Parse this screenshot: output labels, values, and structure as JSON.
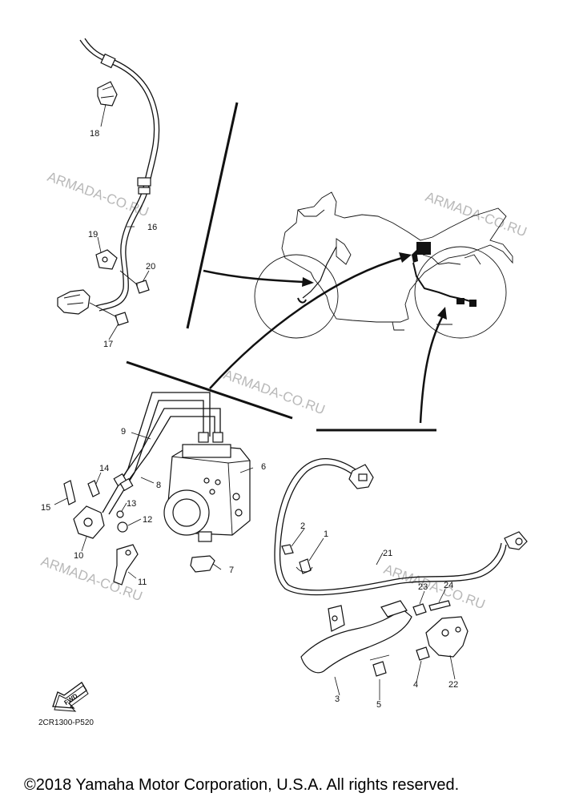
{
  "watermarks": [
    "ARMADA-CO.RU",
    "ARMADA-CO.RU",
    "ARMADA-CO.RU",
    "ARMADA-CO.RU",
    "ARMADA-CO.RU"
  ],
  "callouts": {
    "p1": "1",
    "p2": "2",
    "p3": "3",
    "p4": "4",
    "p5": "5",
    "p6": "6",
    "p7": "7",
    "p8": "8",
    "p9": "9",
    "p10": "10",
    "p11": "11",
    "p12": "12",
    "p13": "13",
    "p14": "14",
    "p15": "15",
    "p16": "16",
    "p17": "17",
    "p18": "18",
    "p19": "19",
    "p20": "20",
    "p21": "21",
    "p22": "22",
    "p23": "23",
    "p24": "24"
  },
  "fwd_label": "FWD",
  "diagram_code": "2CR1300-P520",
  "copyright": "©2018 Yamaha Motor Corporation, U.S.A. All rights reserved."
}
